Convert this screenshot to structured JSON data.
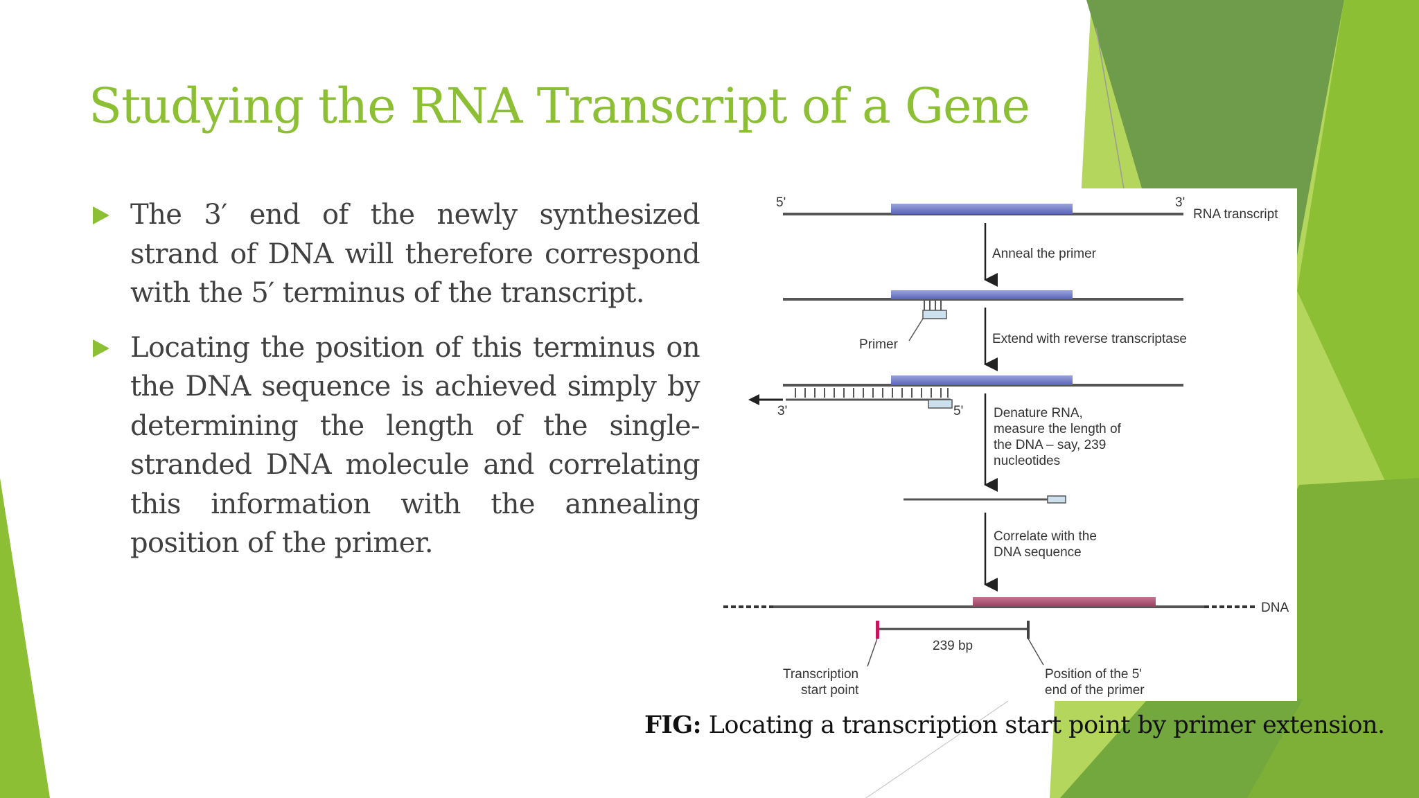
{
  "slide": {
    "title": "Studying the RNA Transcript of a Gene",
    "bullets": [
      "The 3′ end of the newly synthesized strand of DNA will therefore correspond with the 5′ terminus of the transcript.",
      "Locating the position of this terminus on the DNA sequence is achieved simply by determining the length of the single-stranded DNA molecule and correlating this information with the annealing position of the primer."
    ],
    "caption": {
      "prefix": "FIG:",
      "text": " Locating a transcription start point by primer extension."
    }
  },
  "figure": {
    "rna_5": "5'",
    "rna_3": "3'",
    "rna_label": "RNA transcript",
    "step1": "Anneal the primer",
    "primer_label": "Primer",
    "step2": "Extend with reverse transcriptase",
    "dna_3": "3'",
    "dna_5": "5'",
    "step3_lines": [
      "Denature RNA,",
      "measure the length of",
      "the DNA – say, 239",
      "nucleotides"
    ],
    "step4_lines": [
      "Correlate with the",
      "DNA sequence"
    ],
    "dna_label": "DNA",
    "bp_label": "239 bp",
    "tsp_lines": [
      "Transcription",
      "start point"
    ],
    "pos_lines": [
      "Position of the 5'",
      "end of the primer"
    ]
  },
  "theme": {
    "title_color": "#8cbf34",
    "accent_green": "#8cbf34",
    "dark_green": "#6c9a3c",
    "rna_block_color": "#6e79c4",
    "dna_block_color": "#a5506c"
  }
}
